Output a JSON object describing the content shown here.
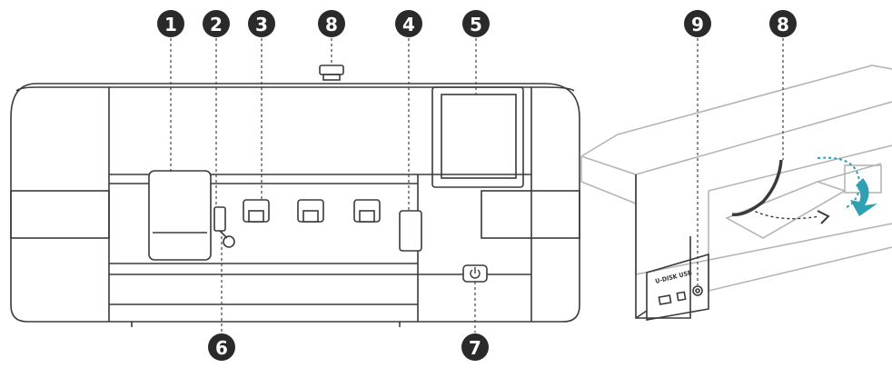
{
  "callouts": {
    "n1": "1",
    "n2": "2",
    "n3": "3",
    "n4": "4",
    "n5": "5",
    "n6": "6",
    "n7": "7",
    "n8_front": "8",
    "n9": "9",
    "n8_side": "8"
  },
  "ports": {
    "label": "U-DISK USB"
  },
  "icons": {
    "power": "power-icon",
    "rotate": "rotate-arrow-icon"
  },
  "colors": {
    "badge": "#2a2a2a",
    "outline": "#3a3a3a",
    "accent_arrow": "#2f9fb3"
  }
}
